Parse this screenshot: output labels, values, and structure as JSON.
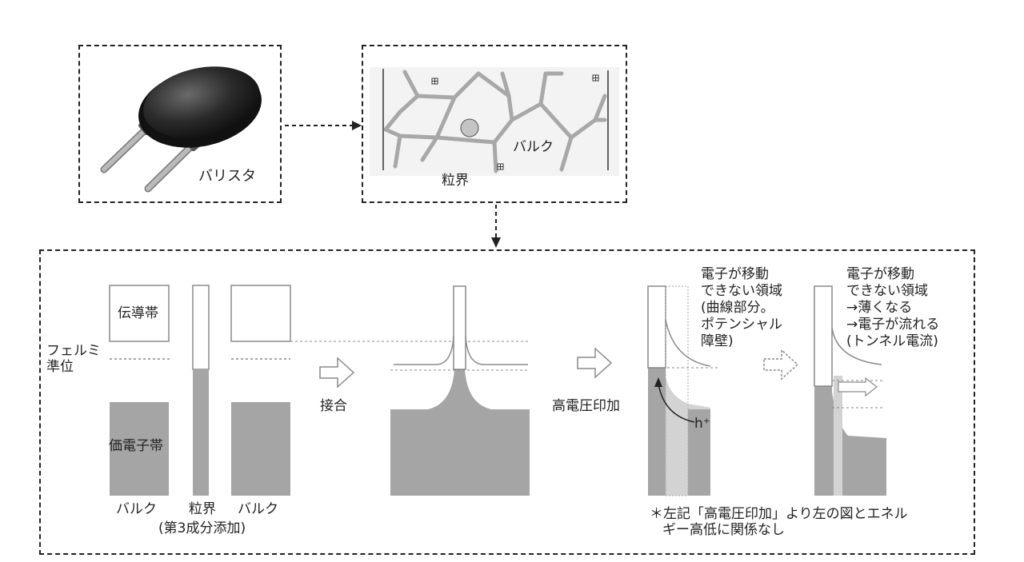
{
  "top": {
    "varistor_label": "バリスタ",
    "bulk_label": "バルク",
    "grain_boundary_label": "粒界"
  },
  "band_diagram": {
    "conduction_band": "伝導帯",
    "fermi_level": [
      "フェルミ",
      "準位"
    ],
    "valence_band": "価電子帯",
    "bottom_labels": {
      "bulk_left": "バルク",
      "grain_boundary": "粒界",
      "bulk_right": "バルク",
      "additive": "(第3成分添加)"
    },
    "arrow_junction": "接合",
    "arrow_high_voltage": "高電圧印加",
    "hole_label": "h⁺",
    "note1": [
      "電子が移動",
      "できない領域",
      "(曲線部分。",
      "ポテンシャル",
      "障壁)"
    ],
    "note2": [
      "電子が移動",
      "できない領域",
      "→薄くなる",
      "→電子が流れる",
      "(トンネル電流)"
    ],
    "footnote": [
      "＊左記「高電圧印加」より左の図とエネル",
      "ギー高低に関係なし"
    ]
  },
  "colors": {
    "band_fill": "#a5a5a5",
    "light_fill": "#d3d3d3",
    "dashed_line": "#888888",
    "grain_line": "#a8a8a8"
  },
  "icons": [
    "varistor-photo-icon",
    "arrow-right-icon",
    "arrow-down-icon",
    "hollow-arrow-icon"
  ]
}
